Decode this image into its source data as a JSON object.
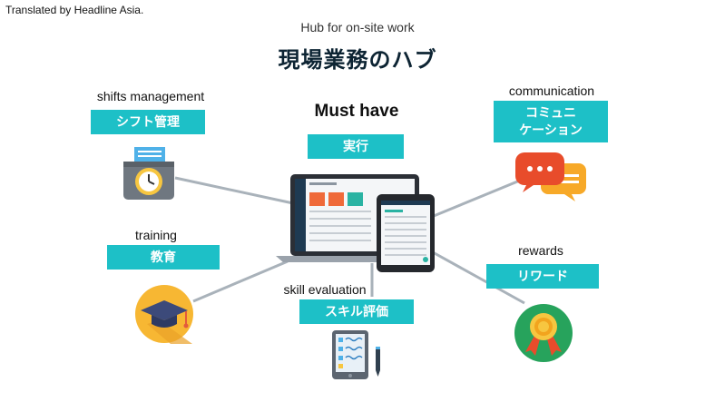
{
  "credit": "Translated by Headline Asia.",
  "hub": {
    "subtitle": "Hub for on-site work",
    "title": "現場業務のハブ"
  },
  "center": {
    "heading": "Must have",
    "tag": "実行"
  },
  "nodes": {
    "shifts": {
      "label": "shifts management",
      "tag": "シフト管理",
      "icon": "time-clock-icon"
    },
    "training": {
      "label": "training",
      "tag": "教育",
      "icon": "graduation-cap-icon"
    },
    "skill": {
      "label": "skill evaluation",
      "tag": "スキル評価",
      "icon": "tablet-checklist-icon"
    },
    "communication": {
      "label": "communication",
      "tag_line1": "コミュニ",
      "tag_line2": "ケーション",
      "icon": "chat-bubbles-icon"
    },
    "rewards": {
      "label": "rewards",
      "tag": "リワード",
      "icon": "award-medal-icon"
    }
  },
  "colors": {
    "tag_bg": "#1dc0c7",
    "title": "#0d2433",
    "connector": "#a9b2ba"
  }
}
